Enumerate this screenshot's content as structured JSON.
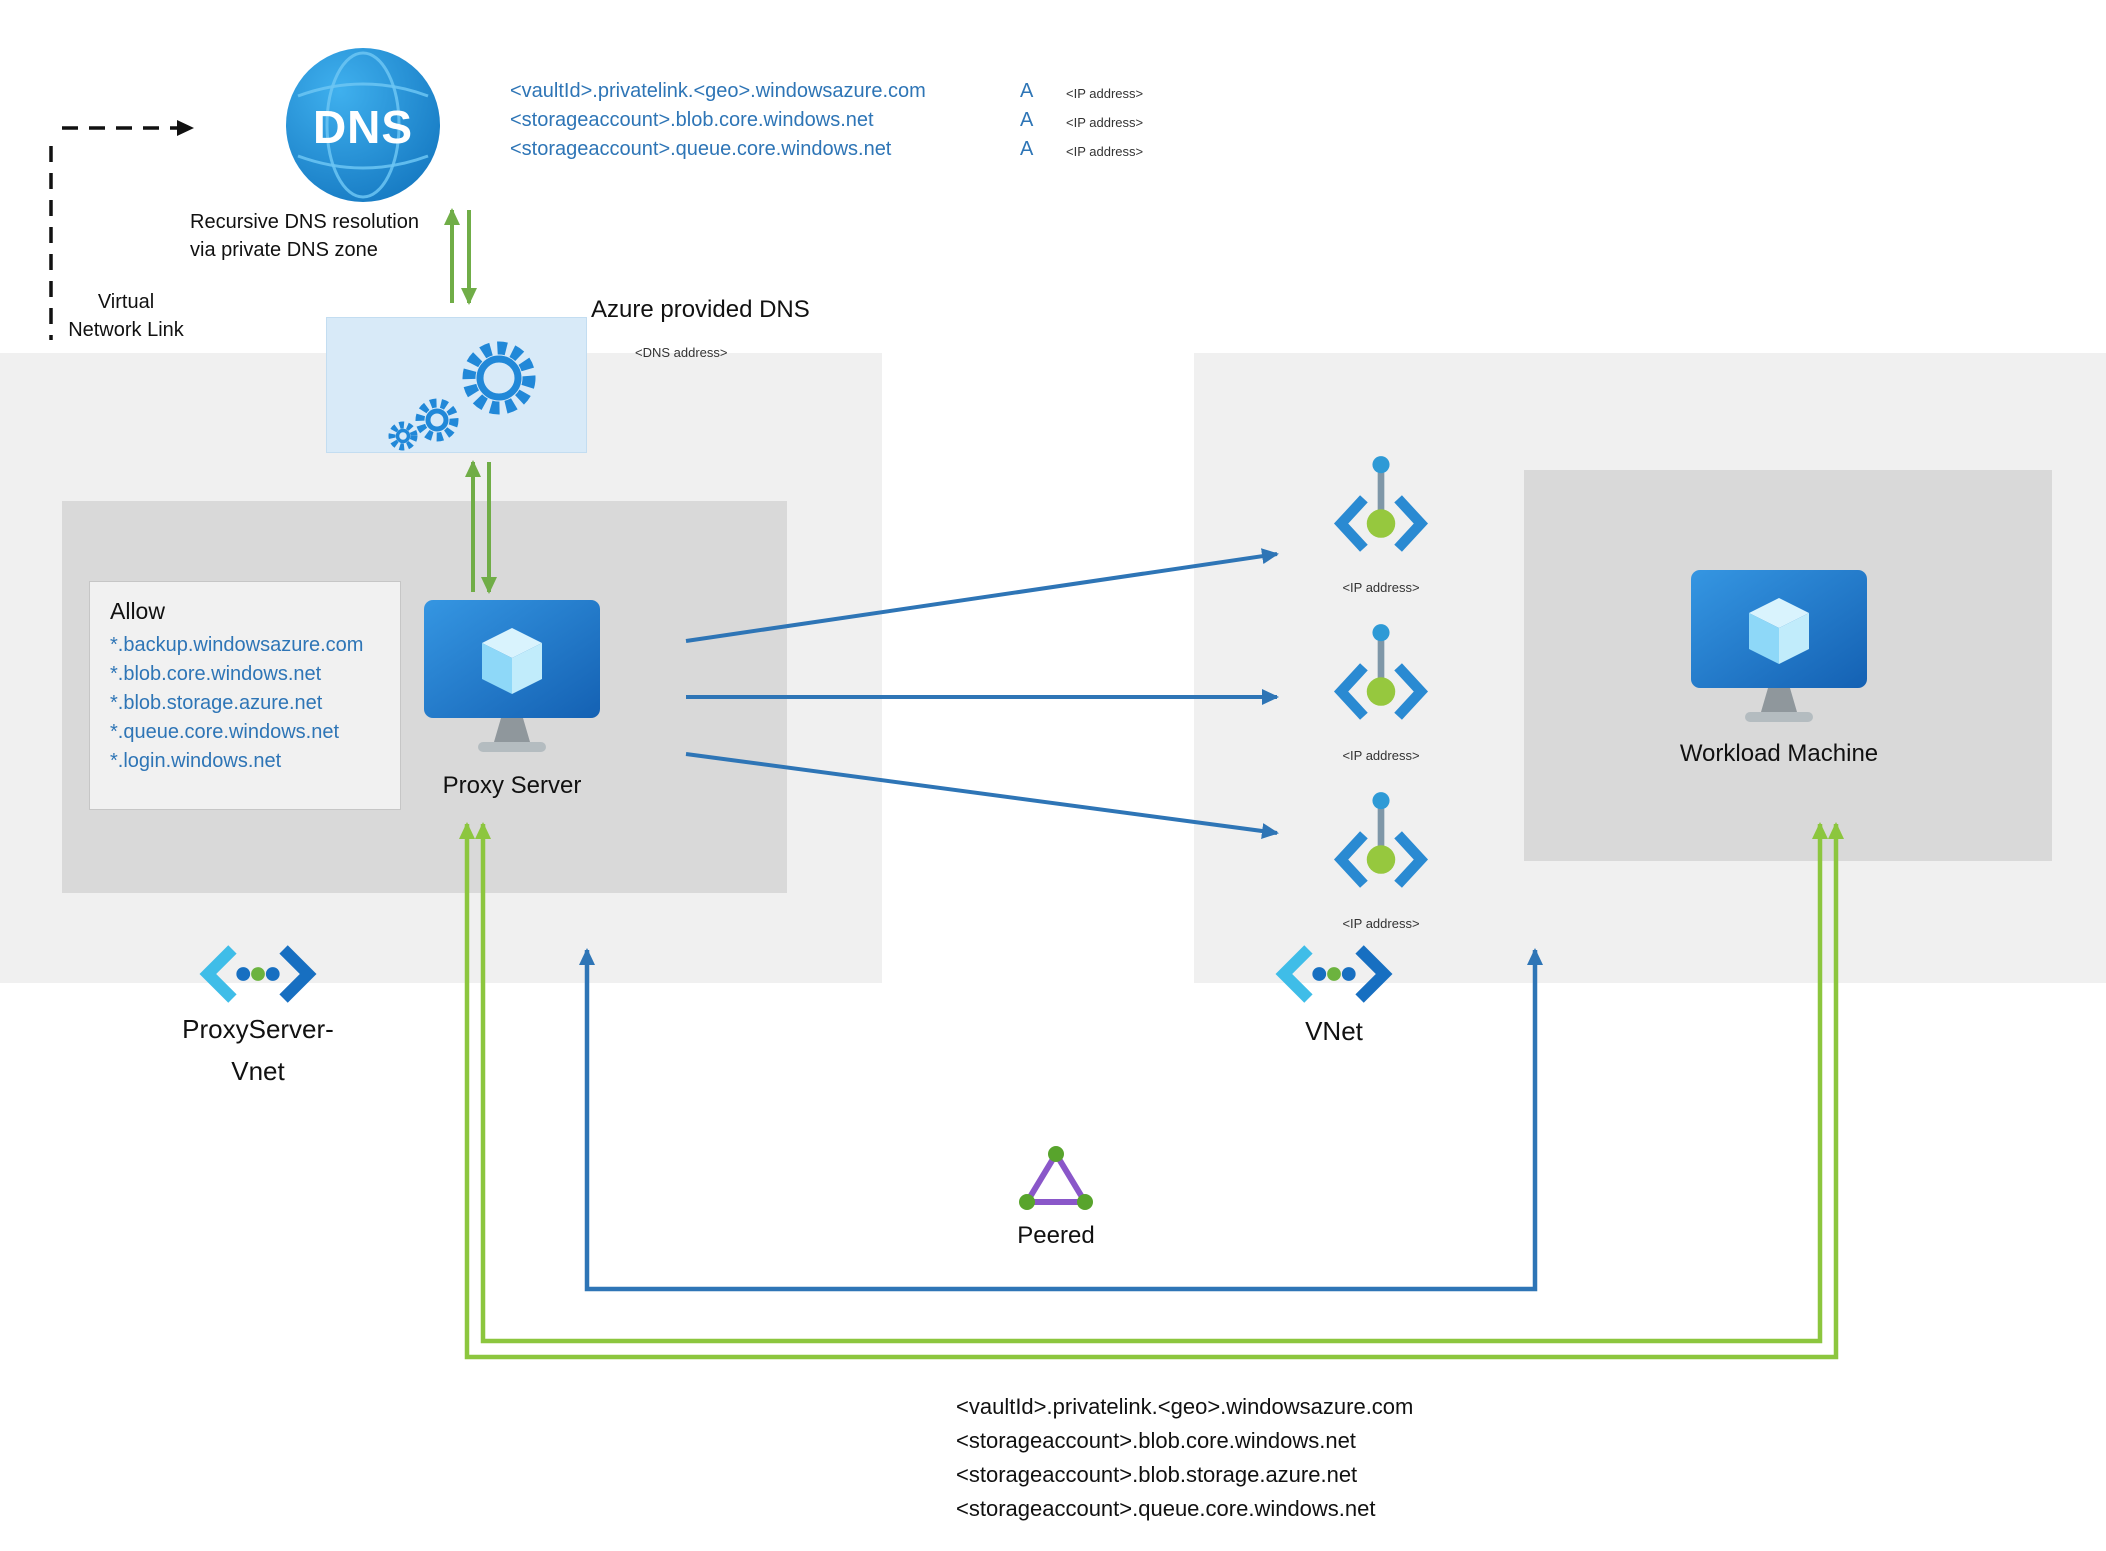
{
  "colors": {
    "region_background": "#f0f0f0",
    "inner_box_background": "#d9d9d9",
    "allow_box_background": "#f1f1f1",
    "dns_gear_box_background": "#d8eaf8",
    "link_blue": "#2e75b6",
    "arrow_blue": "#2e75b6",
    "arrow_green": "#70ad47",
    "path_green": "#8cc63e",
    "globe_blue": "#2196d8",
    "peer_purple": "#8a57c9",
    "endpoint_green": "#96c83e"
  },
  "dns_zone": {
    "globe_label": "DNS",
    "resolution_note_line1": "Recursive DNS resolution",
    "resolution_note_line2": "via private DNS zone",
    "records": [
      {
        "name": "<vaultId>.privatelink.<geo>.windowsazure.com",
        "type": "A",
        "value": "<IP address>"
      },
      {
        "name": "<storageaccount>.blob.core.windows.net",
        "type": "A",
        "value": "<IP address>"
      },
      {
        "name": "<storageaccount>.queue.core.windows.net",
        "type": "A",
        "value": "<IP address>"
      }
    ]
  },
  "virtual_network_link": {
    "line1": "Virtual",
    "line2": "Network Link"
  },
  "azure_dns": {
    "label": "Azure provided DNS",
    "address": "<DNS address>"
  },
  "proxy_vnet": {
    "allow": {
      "title": "Allow",
      "items": [
        "*.backup.windowsazure.com",
        "*.blob.core.windows.net",
        "*.blob.storage.azure.net",
        "*.queue.core.windows.net",
        "*.login.windows.net"
      ]
    },
    "proxy_server_label": "Proxy Server",
    "vnet_name_line1": "ProxyServer-",
    "vnet_name_line2": "Vnet"
  },
  "workload_vnet": {
    "endpoints": [
      {
        "label": "<IP address>"
      },
      {
        "label": "<IP address>"
      },
      {
        "label": "<IP address>"
      }
    ],
    "workload_machine_label": "Workload Machine",
    "vnet_name": "VNet"
  },
  "peering": {
    "label": "Peered"
  },
  "resolved_domains": [
    "<vaultId>.privatelink.<geo>.windowsazure.com",
    "<storageaccount>.blob.core.windows.net",
    "<storageaccount>.blob.storage.azure.net",
    "<storageaccount>.queue.core.windows.net"
  ]
}
